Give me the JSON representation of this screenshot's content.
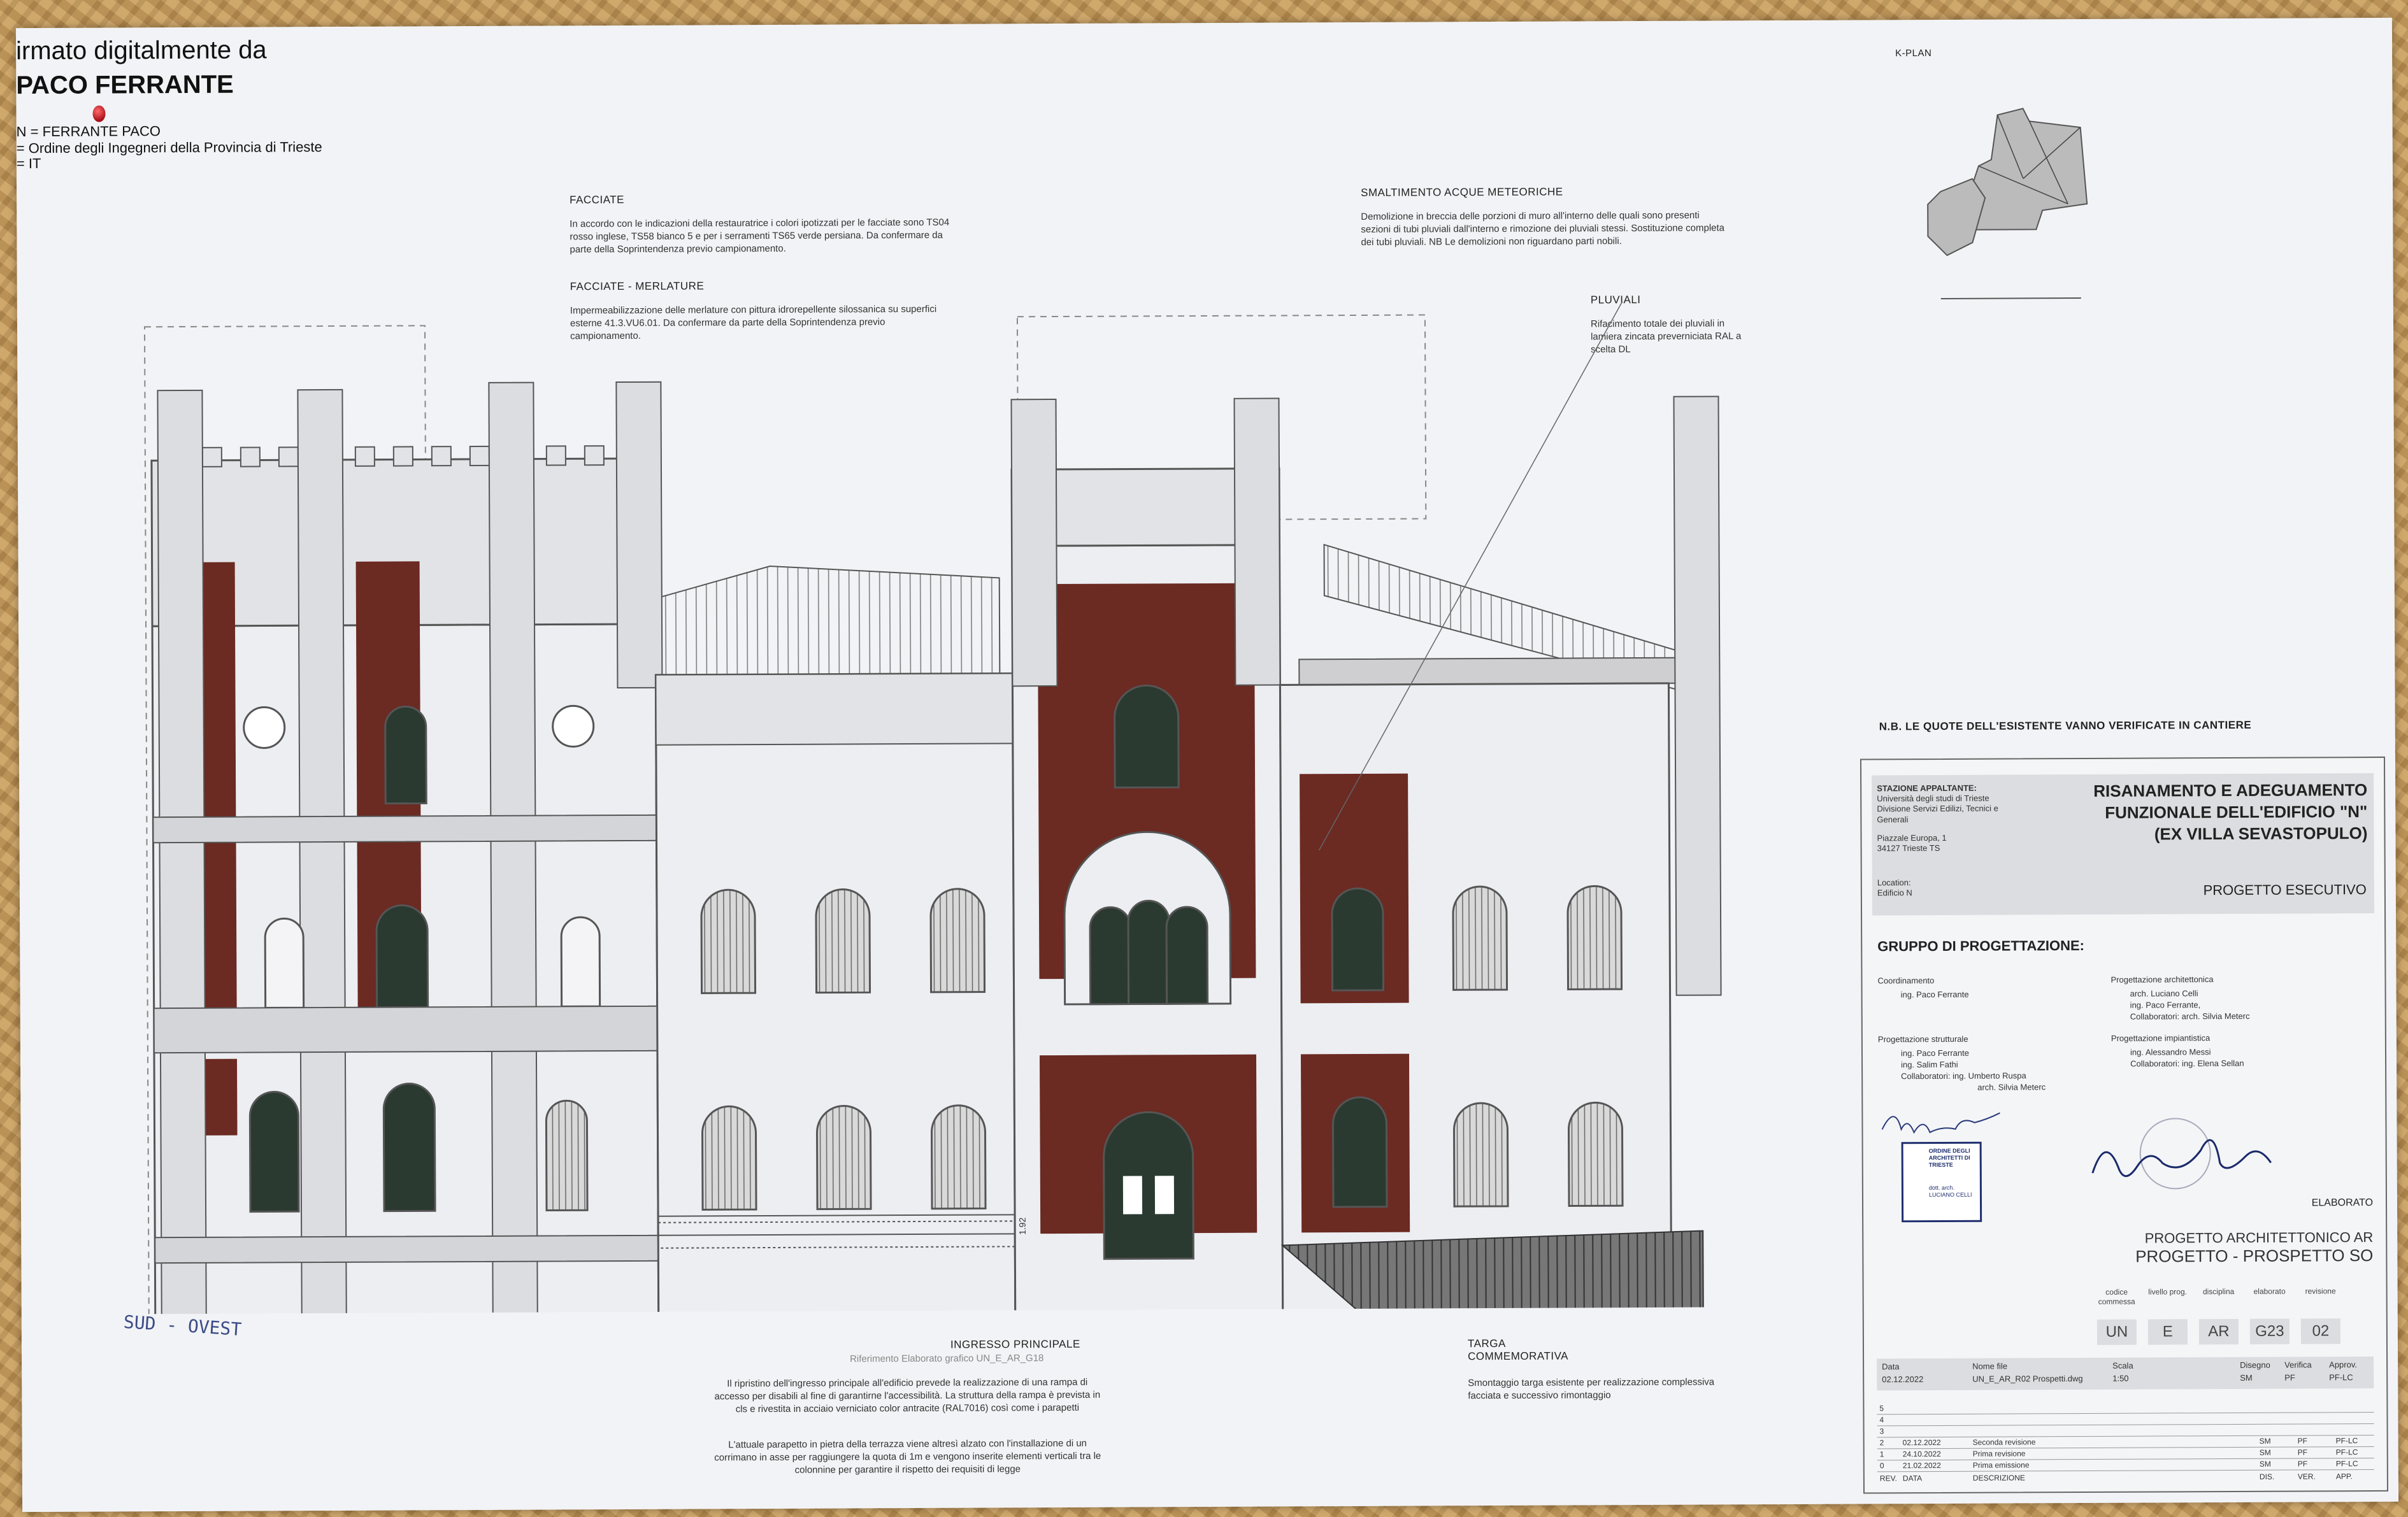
{
  "signature": {
    "title": "irmato digitalmente da",
    "name": "PACO FERRANTE",
    "line_cn": "N = FERRANTE PACO",
    "line_o": "= Ordine degli Ingegneri della Provincia di Trieste",
    "line_c": "= IT"
  },
  "kplan_label": "K-PLAN",
  "notes": {
    "facciate_title": "FACCIATE",
    "facciate_text": "In accordo con le indicazioni della restauratrice i colori ipotizzati per le facciate sono TS04 rosso inglese, TS58 bianco 5 e per i serramenti TS65 verde persiana. Da confermare da parte della Soprintendenza previo campionamento.",
    "merlature_title": "FACCIATE - MERLATURE",
    "merlature_text": "Impermeabilizzazione delle merlature con pittura idrorepellente silossanica su superfici esterne 41.3.VU6.01. Da confermare da parte della Soprintendenza previo campionamento.",
    "smaltimento_title": "SMALTIMENTO ACQUE METEORICHE",
    "smaltimento_text": "Demolizione in breccia delle porzioni di muro all'interno delle quali sono presenti sezioni di tubi pluviali dall'interno e rimozione dei pluviali stessi. Sostituzione completa dei tubi pluviali. NB Le demolizioni non riguardano parti nobili.",
    "pluviali_title": "PLUVIALI",
    "pluviali_text": "Rifacimento totale dei pluviali in lamiera zincata preverniciata RAL a scelta DL",
    "ingresso_title": "INGRESSO PRINCIPALE",
    "ingresso_ref": "Riferimento Elaborato grafico UN_E_AR_G18",
    "ingresso_text1": "Il ripristino dell'ingresso principale all'edificio prevede la realizzazione di una rampa di accesso per disabili al fine di garantirne l'accessibilità. La struttura della rampa è prevista in cls e rivestita in acciaio verniciato color antracite (RAL7016) così come i parapetti",
    "ingresso_text2": "L'attuale parapetto in pietra della terrazza viene altresì alzato con l'installazione di un corrimano in asse per raggiungere la quota di 1m e vengono inserite elementi verticali tra le colonnine per garantire il rispetto dei requisiti di legge",
    "targa_title": "TARGA COMMEMORATIVA",
    "targa_text": "Smontaggio targa esistente per realizzazione complessiva facciata e successivo rimontaggio",
    "nb_quote": "N.B. LE QUOTE DELL'ESISTENTE VANNO VERIFICATE IN CANTIERE",
    "handwritten": "SUD - OVEST",
    "dimension": "1.92"
  },
  "title_block": {
    "stazione_label": "STAZIONE APPALTANTE:",
    "stazione_l1": "Università degli studi di Trieste",
    "stazione_l2": "Divisione Servizi Edilizi, Tecnici e Generali",
    "stazione_l3": "Piazzale Europa, 1",
    "stazione_l4": "34127 Trieste TS",
    "location_label": "Location:",
    "location_value": "Edificio N",
    "project_l1": "RISANAMENTO E ADEGUAMENTO",
    "project_l2": "FUNZIONALE DELL'EDIFICIO \"N\"",
    "project_l3": "(EX VILLA SEVASTOPULO)",
    "phase": "PROGETTO ESECUTIVO",
    "gruppo": "GRUPPO DI PROGETTAZIONE:",
    "coord_label": "Coordinamento",
    "coord_1": "ing. Paco Ferrante",
    "arch_label": "Progettazione architettonica",
    "arch_1": "arch. Luciano Celli",
    "arch_2": "ing. Paco Ferrante,",
    "arch_3": "Collaboratori: arch. Silvia Meterc",
    "strut_label": "Progettazione strutturale",
    "strut_1": "ing. Paco Ferrante",
    "strut_2": "ing. Salim Fathi",
    "strut_3": "Collaboratori: ing. Umberto Ruspa",
    "strut_4": "arch. Silvia Meterc",
    "impi_label": "Progettazione impiantistica",
    "impi_1": "ing. Alessandro Messi",
    "impi_2": "Collaboratori: ing. Elena Sellan",
    "stamp_l1": "ORDINE DEGLI ARCHITETTI DI TRIESTE",
    "stamp_l2": "dott. arch. LUCIANO CELLI",
    "elaborato_label": "ELABORATO",
    "elaborato_1": "PROGETTO ARCHITETTONICO AR",
    "elaborato_2": "PROGETTO - PROSPETTO SO",
    "code_labels": [
      "codice commessa",
      "livello prog.",
      "disciplina",
      "elaborato",
      "revisione"
    ],
    "code_values": [
      "UN",
      "E",
      "AR",
      "G23",
      "02"
    ],
    "data_label": "Data",
    "data_value": "02.12.2022",
    "file_label": "Nome file",
    "file_value": "UN_E_AR_R02 Prospetti.dwg",
    "scala_label": "Scala",
    "scala_value": "1:50",
    "disegno_label": "Disegno",
    "disegno_value": "SM",
    "verifica_label": "Verifica",
    "verifica_value": "PF",
    "approv_label": "Approv.",
    "approv_value": "PF-LC",
    "revisions": [
      {
        "n": "5",
        "date": "",
        "desc": "",
        "dis": "",
        "ver": "",
        "app": ""
      },
      {
        "n": "4",
        "date": "",
        "desc": "",
        "dis": "",
        "ver": "",
        "app": ""
      },
      {
        "n": "3",
        "date": "",
        "desc": "",
        "dis": "",
        "ver": "",
        "app": ""
      },
      {
        "n": "2",
        "date": "02.12.2022",
        "desc": "Seconda revisione",
        "dis": "SM",
        "ver": "PF",
        "app": "PF-LC"
      },
      {
        "n": "1",
        "date": "24.10.2022",
        "desc": "Prima revisione",
        "dis": "SM",
        "ver": "PF",
        "app": "PF-LC"
      },
      {
        "n": "0",
        "date": "21.02.2022",
        "desc": "Prima emissione",
        "dis": "SM",
        "ver": "PF",
        "app": "PF-LC"
      }
    ],
    "rev_header": {
      "rev": "REV.",
      "data": "DATA",
      "desc": "DESCRIZIONE",
      "dis": "DIS.",
      "ver": "VER.",
      "app": "APP."
    }
  },
  "colors": {
    "brick": "#6b2a22",
    "window": "#2b3a30",
    "line": "#555",
    "paper": "#f2f3f6"
  }
}
